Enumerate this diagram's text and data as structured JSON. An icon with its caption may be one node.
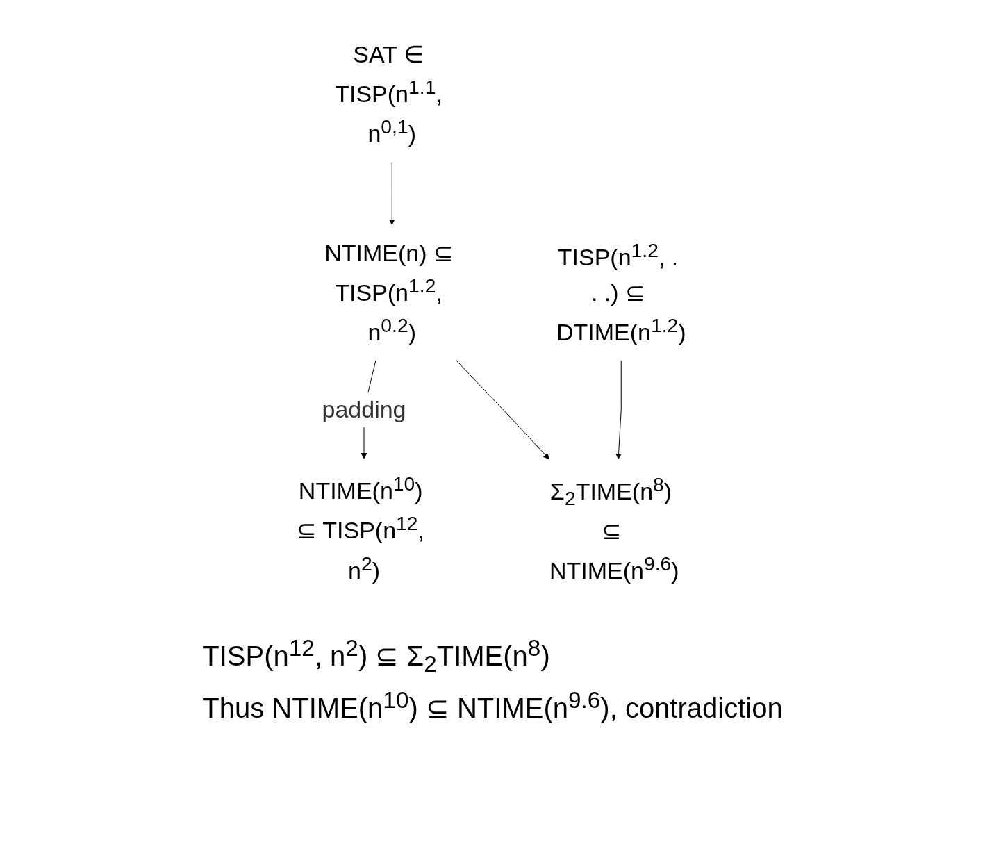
{
  "diagram": {
    "nodes": [
      {
        "text": [
          "SAT ∈ TISP(n$^{1.1}$, n$^{0,1}$)"
        ]
      },
      {
        "text": [
          "TISP(n$^{1.2}$, . . .) ⊆ DTIME(n$^{1.2}$)"
        ]
      },
      {
        "text": [
          "NTIME(n) ⊆ TISP(n$^{1.2}$, n$^{0.2}$)"
        ]
      },
      {
        "text": [
          "NTIME(n$^{10}$) ⊆ TISP(n$^{12}$, n$^{2}$)"
        ]
      },
      {
        "text": [
          "Σ$_{2}$TIME(n$^{8}$) ⊆ NTIME(n$^{9.6}$)"
        ]
      }
    ],
    "edges": [
      {
        "from": 0,
        "to": 2,
        "arrow": "to"
      },
      {
        "from": 2,
        "to": 3,
        "arrow": "to",
        "label": "padding"
      },
      {
        "from": 1,
        "to": 4,
        "arrow": "to"
      },
      {
        "from": 2,
        "to": 4,
        "arrow": "to"
      }
    ],
    "labels": [
      "TISP(n$^{12}$, n$^{2}$) ⊆ Σ$_{2}$TIME(n$^{8}$)",
      "Thus NTIME(n$^{10}$) ⊆ NTIME(n$^{9.6}$), contradiction"
    ]
  }
}
